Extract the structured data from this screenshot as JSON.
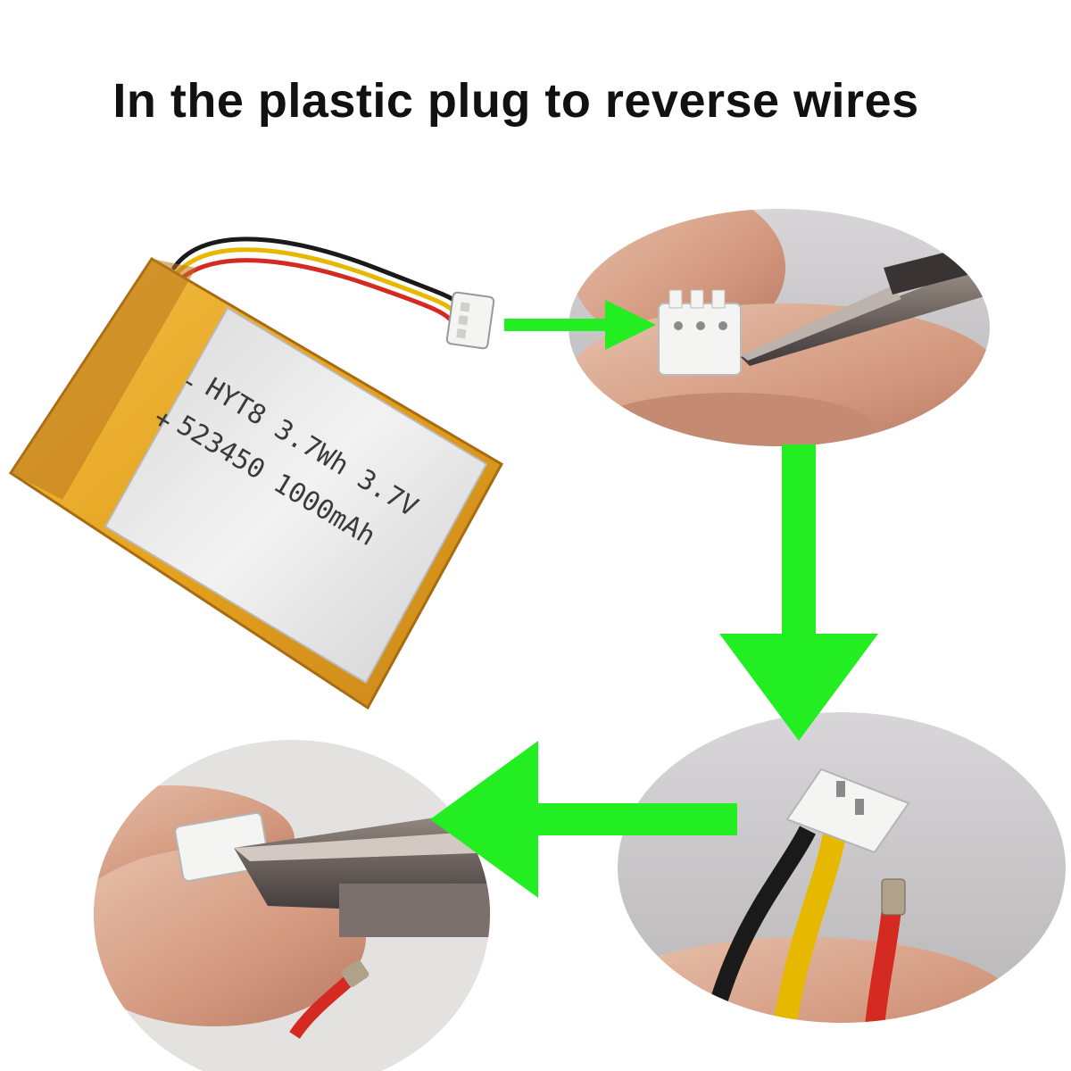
{
  "page": {
    "title": "In the plastic plug to reverse wires"
  },
  "battery": {
    "minus": "-",
    "plus": "+",
    "line1": "HYT8 3.7Wh 3.7V",
    "line2": "523450 1000mAh"
  },
  "colors": {
    "arrow": "#22ee22",
    "battery_wrap": "#e8a922",
    "battery_label_bg": "#e9e9e9",
    "wire_black": "#1a1a1a",
    "wire_red": "#d42a22",
    "wire_yellow": "#e6b800",
    "skin": "#d9a98f",
    "connector": "#f4f4f2"
  },
  "steps": [
    {
      "icon": "battery-pack-image"
    },
    {
      "icon": "connector-in-fingers-with-tweezers-photo"
    },
    {
      "icon": "connector-with-wire-pulled-out-photo"
    },
    {
      "icon": "connector-pin-lifted-with-tweezers-photo"
    }
  ]
}
